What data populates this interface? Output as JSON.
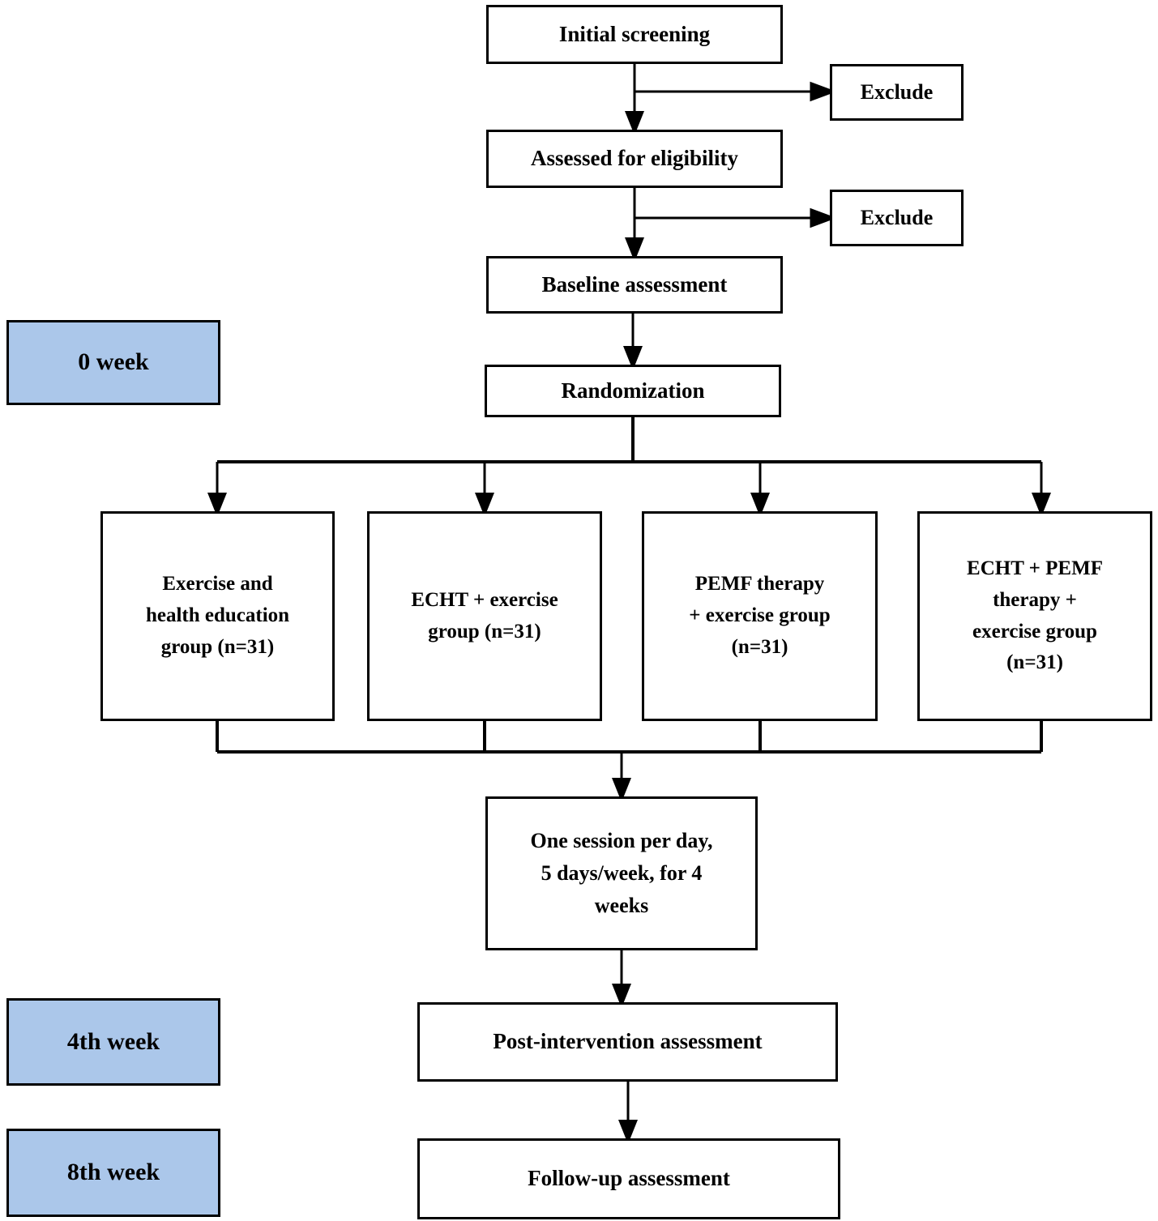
{
  "diagram": {
    "type": "flowchart",
    "title": "CONSORT-style participant flow diagram",
    "accent_color": "#abc7ea",
    "line_color": "#000000",
    "background_color": "#ffffff",
    "nodes": {
      "initial_screening": "Initial screening",
      "exclude_1": "Exclude",
      "assessed_for_eligibility": "Assessed for eligibility",
      "exclude_2": "Exclude",
      "baseline_assessment": "Baseline assessment",
      "randomization": "Randomization",
      "group_1": "Exercise and\nhealth education\ngroup (n=31)",
      "group_2": "ECHT + exercise\ngroup (n=31)",
      "group_3": "PEMF therapy\n+ exercise group\n(n=31)",
      "group_4": "ECHT + PEMF\ntherapy +\nexercise group\n(n=31)",
      "session": "One session per day,\n5 days/week, for 4\nweeks",
      "post_intervention": "Post-intervention assessment",
      "follow_up": "Follow-up assessment"
    },
    "timeline": {
      "week_0": "0 week",
      "week_4": "4th week",
      "week_8": "8th week"
    },
    "group_sizes": [
      31,
      31,
      31,
      31
    ]
  }
}
